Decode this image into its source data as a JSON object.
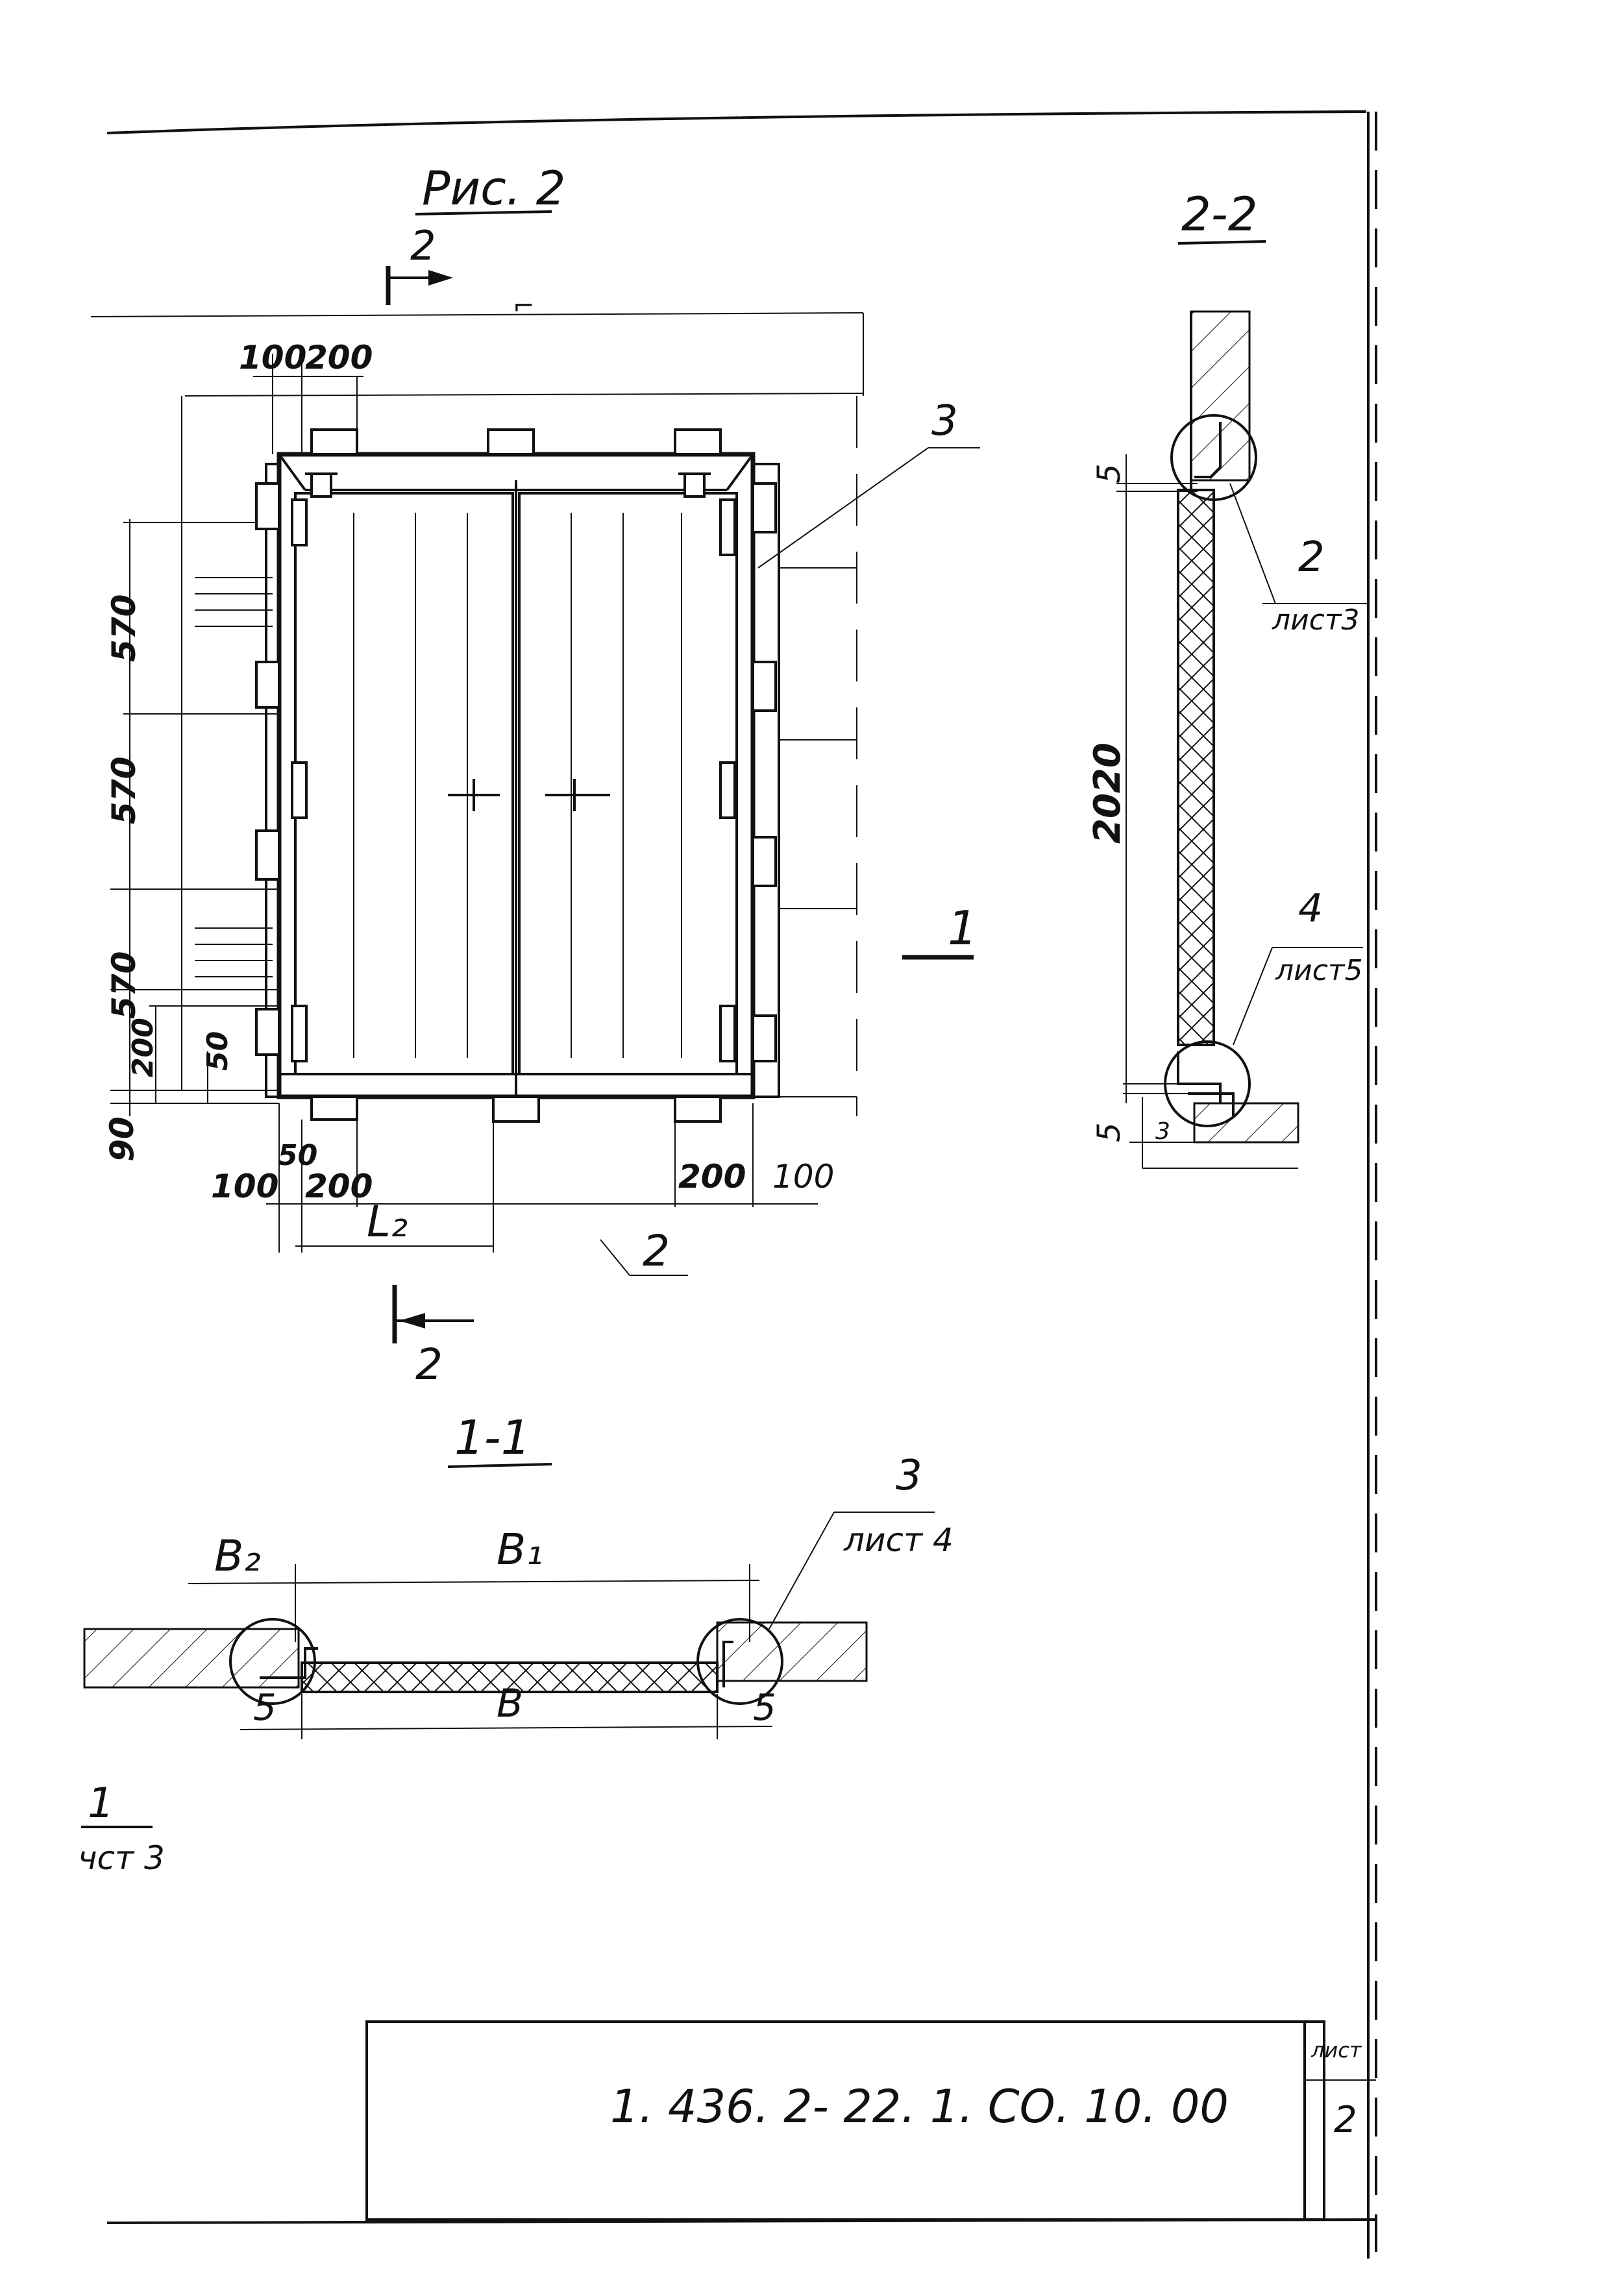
{
  "figure_title": "Рис. 2",
  "sections": {
    "section_2_2": "2-2",
    "section_1_1": "1-1"
  },
  "cut_marks": {
    "top": "2",
    "bottom": "2",
    "right": "1"
  },
  "callouts": {
    "c3_front": "3",
    "c2_front": "2",
    "c2_sec": "2",
    "c2_sec_sheet": "лист3",
    "c4_sec": "4",
    "c4_sec_sheet": "лист5",
    "c3_s11": "3",
    "c3_s11_sheet": "лист 4",
    "c1_s11": "1",
    "c1_s11_sheet": "чст 3"
  },
  "dimensions": {
    "top_100": "100",
    "top_200": "200",
    "left_570_a": "570",
    "left_570_b": "570",
    "left_570_c": "570",
    "left_200": "200",
    "left_50": "50",
    "left_90": "90",
    "bot_50": "50",
    "bot_100_l": "100",
    "bot_200_l": "200",
    "bot_L2": "L₂",
    "bot_200_r": "200",
    "bot_100_r": "100",
    "sec_5_top": "5",
    "sec_2020": "2020",
    "sec_5_bot": "5",
    "sec_3": "3",
    "s11_B2": "B₂",
    "s11_B1": "B₁",
    "s11_B": "B",
    "s11_5_l": "5",
    "s11_5_r": "5"
  },
  "title_block": {
    "doc_code": "1. 436. 2- 22. 1. СО. 10. 00",
    "sheet_label": "лист",
    "sheet_number": "2"
  }
}
